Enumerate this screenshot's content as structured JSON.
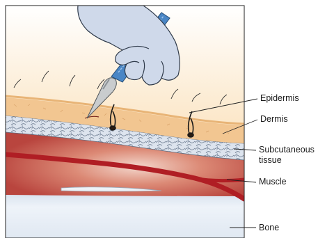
{
  "labels": {
    "epidermis": "Epidermis",
    "dermis": "Dermis",
    "subcutaneous_line1": "Subcutaneous",
    "subcutaneous_line2": "tissue",
    "muscle": "Muscle",
    "bone": "Bone"
  },
  "colors": {
    "glove": "#cfd9ea",
    "scalpel_handle": "#4a86c5",
    "blade": "#c9ccce",
    "skin_top": "#f6d3a2",
    "dermis": "#f2c691",
    "subcutaneous": "#dfe6ef",
    "muscle": "#c5574e",
    "vessel": "#b01e24",
    "bone": "#e4ebf4"
  },
  "icons": [
    "gloved-hand-icon",
    "scalpel-icon",
    "hair-follicle-icon",
    "blood-vessel-icon"
  ]
}
